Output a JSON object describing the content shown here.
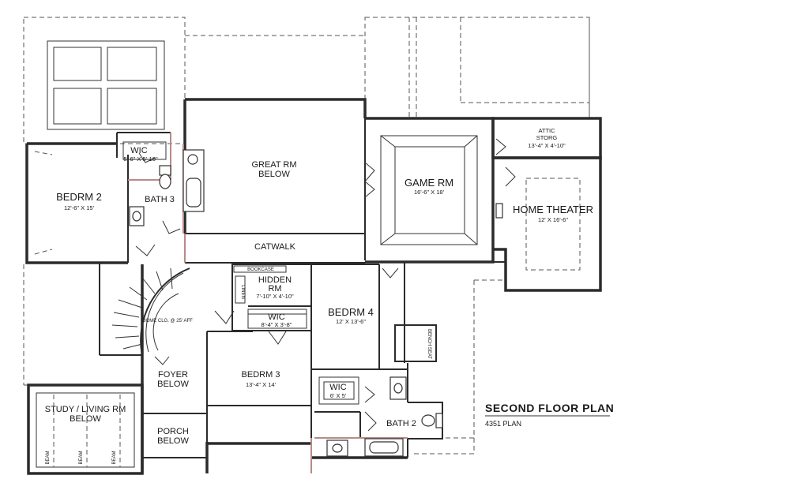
{
  "plan": {
    "title": "SECOND FLOOR PLAN",
    "subtitle": "4351 PLAN"
  },
  "rooms": {
    "great_rm": {
      "name": "GREAT RM",
      "note": "BELOW"
    },
    "wic_1": {
      "name": "WIC",
      "dims": "5'-6\" X 5'-10\""
    },
    "bedrm_2": {
      "name": "BEDRM 2",
      "dims": "12'-6\" X 15'"
    },
    "bath_3": {
      "name": "BATH 3"
    },
    "game_rm": {
      "name": "GAME RM",
      "dims": "16'-6\" X 18'"
    },
    "attic": {
      "name": "ATTIC",
      "name2": "STORG",
      "dims": "13'-4\" X 4'-10\""
    },
    "home_theater": {
      "name": "HOME THEATER",
      "dims": "12' X 16'-6\""
    },
    "catwalk": {
      "name": "CATWALK"
    },
    "bookcase": {
      "name": "BOOKCASE"
    },
    "hidden_rm": {
      "name": "HIDDEN",
      "name2": "RM",
      "dims": "7'-10\" X 4'-10\""
    },
    "linen": {
      "name": "LINEN"
    },
    "wic_2": {
      "name": "WIC",
      "dims": "8'-4\" X 3'-8\""
    },
    "dome": {
      "note": "DOME CLG. @ 25' AFF"
    },
    "bedrm_4": {
      "name": "BEDRM 4",
      "dims": "12' X 13'-6\""
    },
    "bench_seat": {
      "name": "BENCH SEAT"
    },
    "bedrm_3": {
      "name": "BEDRM 3",
      "dims": "13'-4\" X 14'"
    },
    "foyer": {
      "name": "FOYER",
      "note": "BELOW"
    },
    "wic_3": {
      "name": "WIC",
      "dims": "6' X 5'"
    },
    "bath_2": {
      "name": "BATH 2"
    },
    "study": {
      "name": "STUDY / LIVING RM",
      "note": "BELOW",
      "beam": "BEAM"
    },
    "porch": {
      "name": "PORCH",
      "note": "BELOW"
    }
  }
}
